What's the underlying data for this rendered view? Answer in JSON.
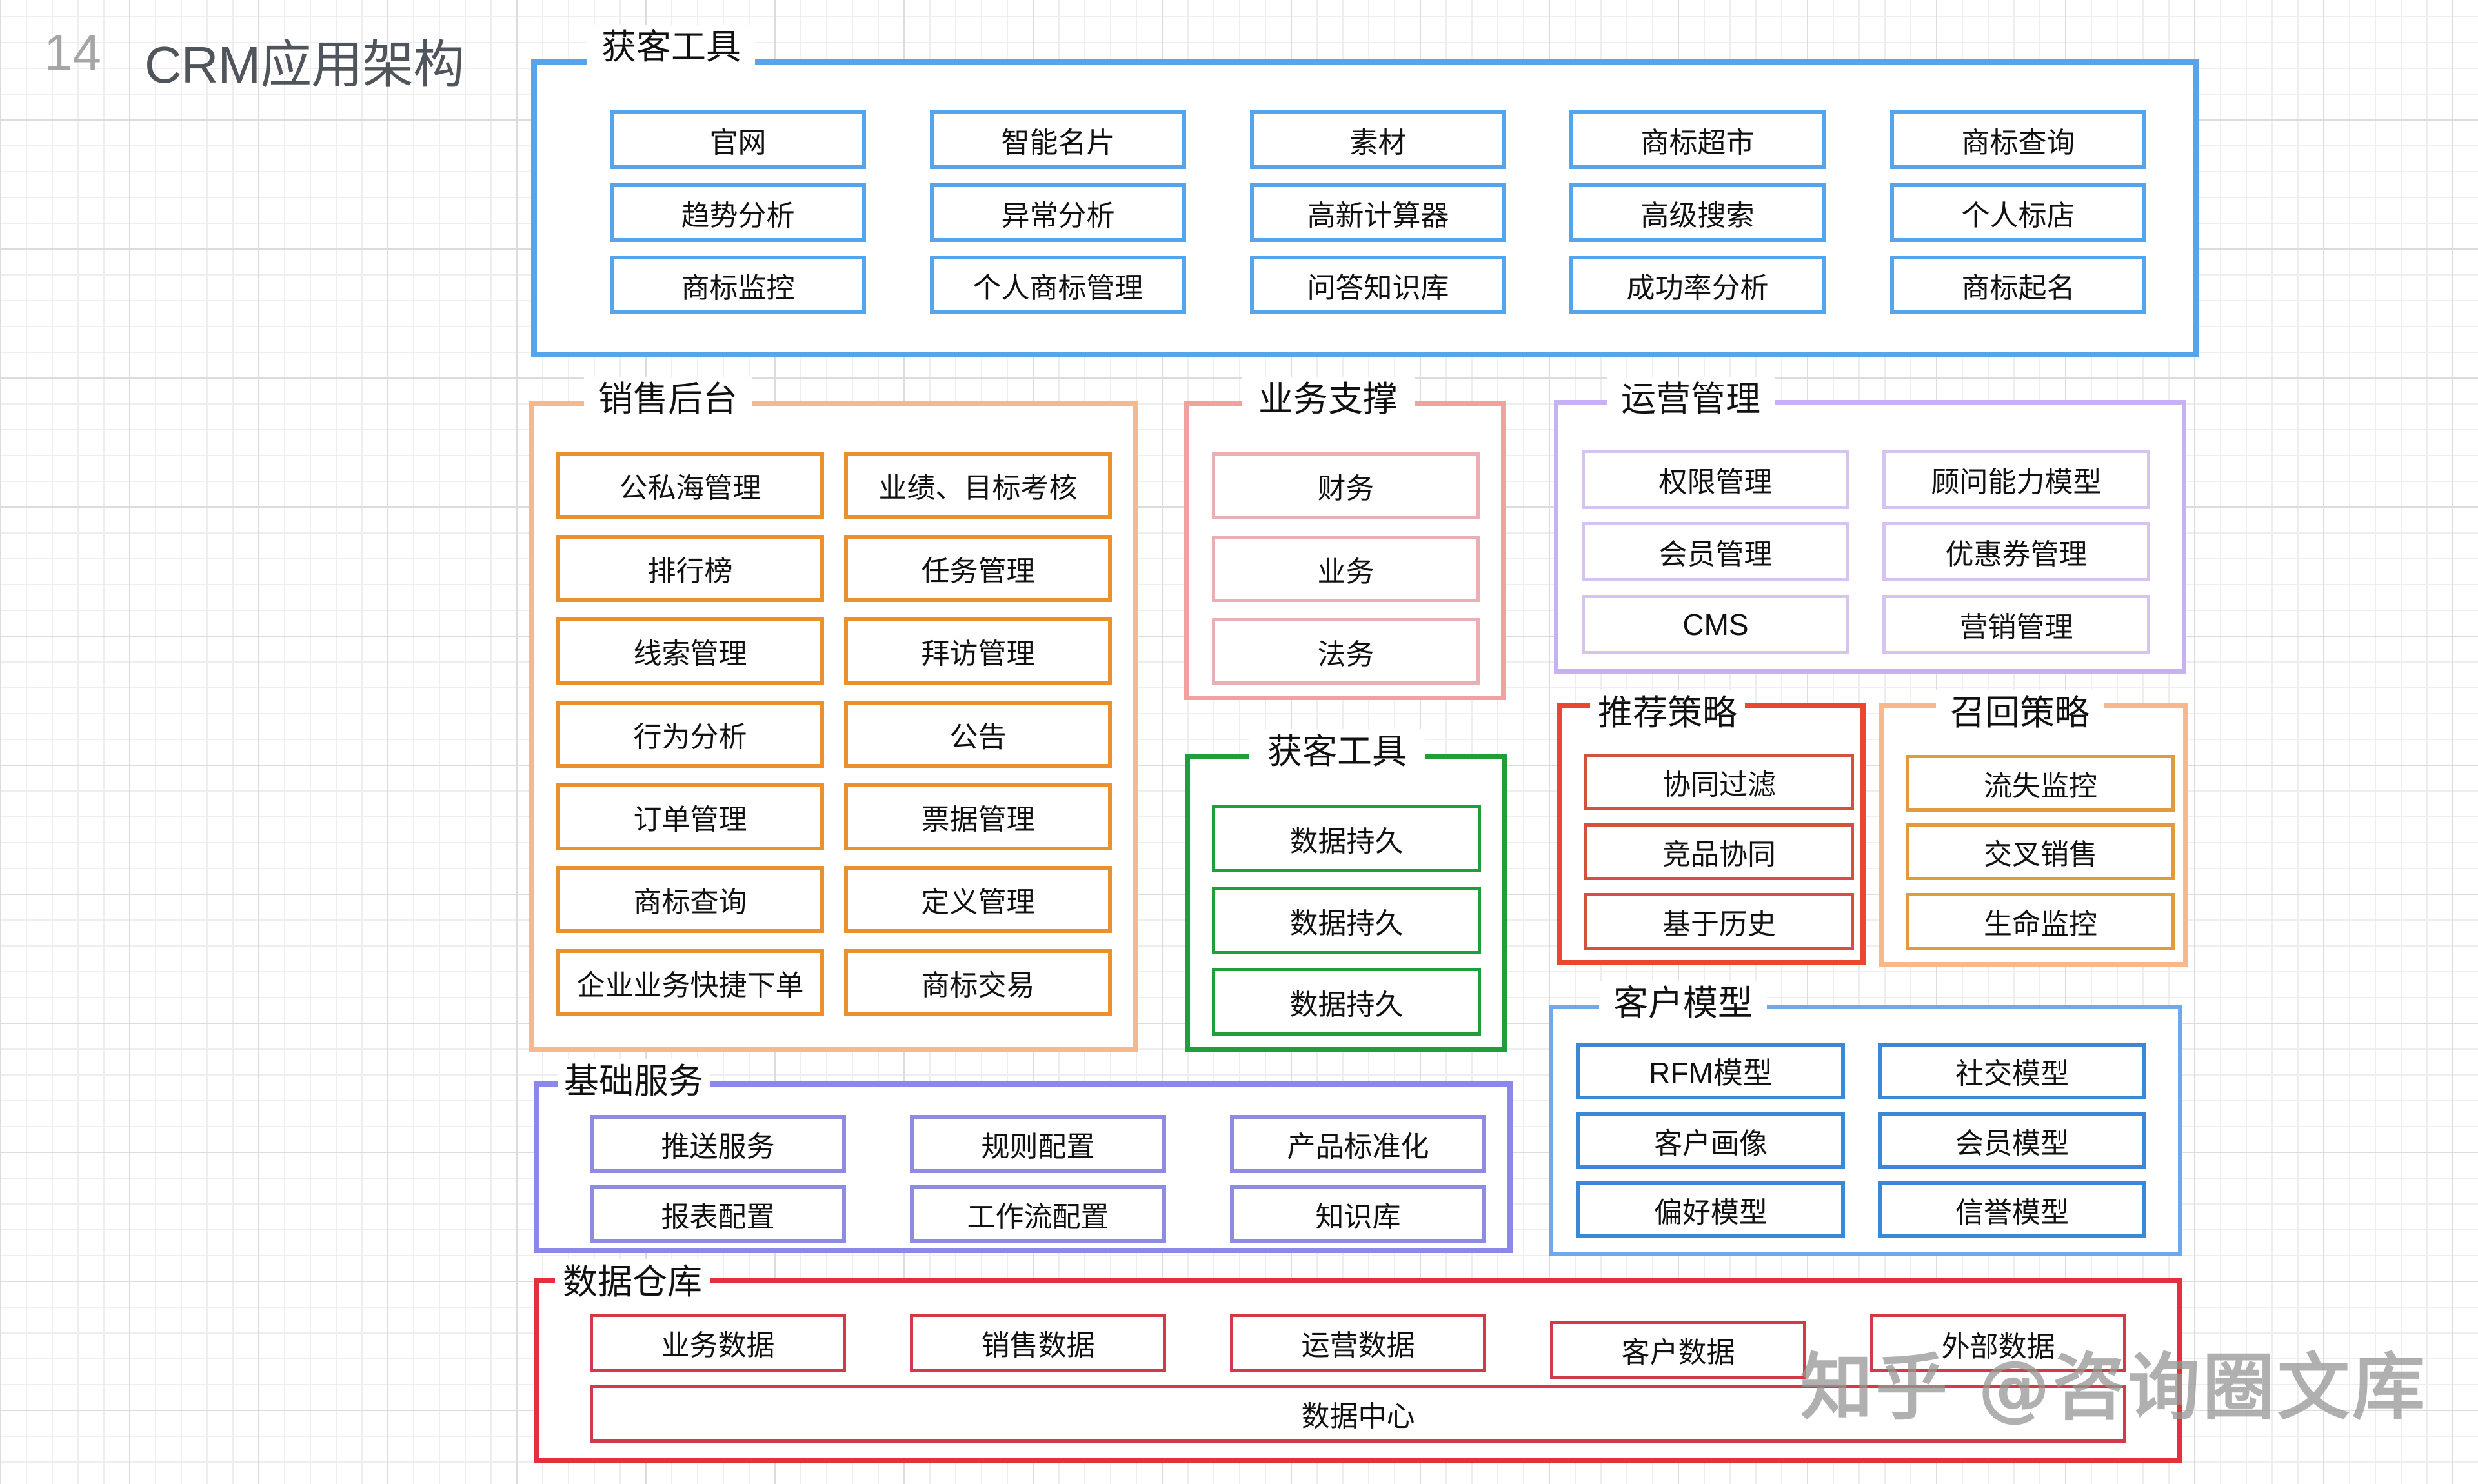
{
  "header": {
    "page_number": "14",
    "title": "CRM应用架构"
  },
  "colors": {
    "acquisition_top": "#56a5ec",
    "sales_frame": "#f8b88b",
    "sales_item": "#e8912d",
    "support_frame": "#f2a0a0",
    "support_item": "#e8b0b4",
    "acquisition_green": "#1f9e3a",
    "operations_frame": "#c6b1f2",
    "operations_item": "#d7c4ee",
    "recommend_frame": "#e9472f",
    "recommend_item": "#d4513d",
    "recall_frame": "#f8b88b",
    "recall_item": "#e29a3c",
    "customer_frame": "#6fa8ec",
    "customer_item": "#3b88d8",
    "base_frame": "#8c87ea",
    "base_item": "#8f8be0",
    "warehouse_frame": "#e3303c",
    "warehouse_item": "#d33a47"
  },
  "acquisition_tools_top": {
    "title": "获客工具",
    "items": [
      "官网",
      "智能名片",
      "素材",
      "商标超市",
      "商标查询",
      "趋势分析",
      "异常分析",
      "高新计算器",
      "高级搜索",
      "个人标店",
      "商标监控",
      "个人商标管理",
      "问答知识库",
      "成功率分析",
      "商标起名"
    ]
  },
  "sales_backend": {
    "title": "销售后台",
    "items": [
      "公私海管理",
      "业绩、目标考核",
      "排行榜",
      "任务管理",
      "线索管理",
      "拜访管理",
      "行为分析",
      "公告",
      "订单管理",
      "票据管理",
      "商标查询",
      "定义管理",
      "企业业务快捷下单",
      "商标交易"
    ]
  },
  "business_support": {
    "title": "业务支撑",
    "items": [
      "财务",
      "业务",
      "法务"
    ]
  },
  "acquisition_tools_green": {
    "title": "获客工具",
    "items": [
      "数据持久",
      "数据持久",
      "数据持久"
    ]
  },
  "operations_management": {
    "title": "运营管理",
    "items": [
      "权限管理",
      "顾问能力模型",
      "会员管理",
      "优惠券管理",
      "CMS",
      "营销管理"
    ]
  },
  "recommendation_strategy": {
    "title": "推荐策略",
    "items": [
      "协同过滤",
      "竞品协同",
      "基于历史"
    ]
  },
  "recall_strategy": {
    "title": "召回策略",
    "items": [
      "流失监控",
      "交叉销售",
      "生命监控"
    ]
  },
  "customer_model": {
    "title": "客户模型",
    "items": [
      "RFM模型",
      "社交模型",
      "客户画像",
      "会员模型",
      "偏好模型",
      "信誉模型"
    ]
  },
  "base_services": {
    "title": "基础服务",
    "items": [
      "推送服务",
      "规则配置",
      "产品标准化",
      "报表配置",
      "工作流配置",
      "知识库"
    ]
  },
  "data_warehouse": {
    "title": "数据仓库",
    "items": [
      "业务数据",
      "销售数据",
      "运营数据",
      "客户数据",
      "外部数据"
    ],
    "data_center": "数据中心"
  },
  "watermark": "知乎 @咨询圈文库"
}
